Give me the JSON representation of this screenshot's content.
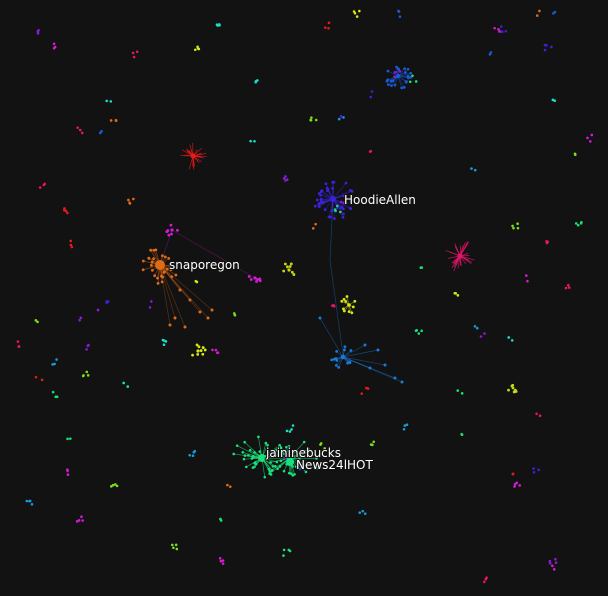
{
  "graph": {
    "background": "#121212",
    "label_color": "#ffffff",
    "labels": [
      "HoodieAllen",
      "snaporegon",
      "jaininebucks",
      "News24lHOT"
    ],
    "communities": [
      {
        "name": "hoodieallen",
        "color": "#3a22d8",
        "hub_label_index": 0
      },
      {
        "name": "snaporegon",
        "color": "#e06a16",
        "hub_label_index": 1
      },
      {
        "name": "news24",
        "color": "#19e07a",
        "hub_label_index": 3
      },
      {
        "name": "jaininebucks",
        "color": "#19e07a",
        "hub_label_index": 2
      },
      {
        "name": "blue-lower",
        "color": "#1a7ad8"
      },
      {
        "name": "blue-top",
        "color": "#1a5ad8"
      },
      {
        "name": "red-fan",
        "color": "#e81a1a"
      },
      {
        "name": "pink-fan",
        "color": "#e8146a"
      },
      {
        "name": "yellow-mid",
        "color": "#d8e814"
      },
      {
        "name": "yellow-left",
        "color": "#d8e814"
      },
      {
        "name": "yellow-small",
        "color": "#c8d814"
      },
      {
        "name": "magenta",
        "color": "#d81ad8"
      }
    ],
    "scatter_palette": [
      "#3a22d8",
      "#e81a1a",
      "#d8e814",
      "#19e0c8",
      "#d81ad8",
      "#1a5ad8",
      "#e06a16",
      "#7ae019",
      "#19e07a",
      "#e8146a",
      "#1a9ad8",
      "#8a1ad8"
    ]
  }
}
